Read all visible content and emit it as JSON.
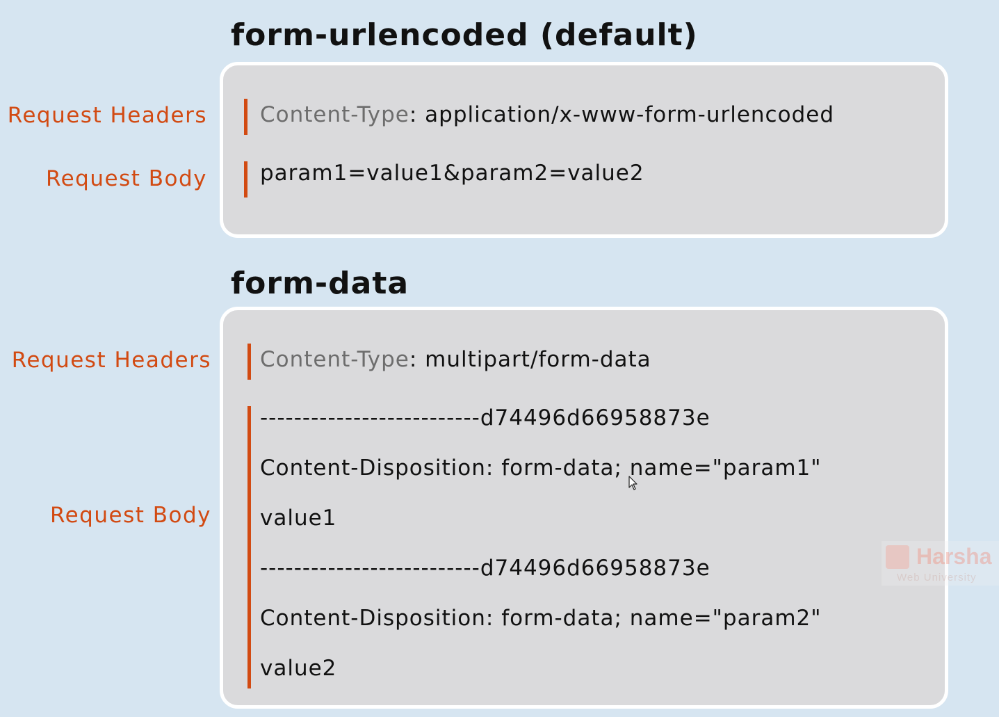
{
  "sections": [
    {
      "title": "form-urlencoded (default)",
      "labels": {
        "headers": "Request Headers",
        "body": "Request Body"
      },
      "header": {
        "key": "Content-Type",
        "value": ": application/x-www-form-urlencoded"
      },
      "body_lines": [
        "param1=value1&param2=value2"
      ]
    },
    {
      "title": "form-data",
      "labels": {
        "headers": "Request Headers",
        "body": "Request Body"
      },
      "header": {
        "key": "Content-Type",
        "value": ": multipart/form-data"
      },
      "body_lines": [
        "--------------------------d74496d66958873e",
        "Content-Disposition: form-data; name=\"param1\"",
        "value1",
        "--------------------------d74496d66958873e",
        "Content-Disposition: form-data; name=\"param2\"",
        "value2"
      ]
    }
  ],
  "watermark": {
    "name": "Harsha",
    "subtitle": "Web University"
  },
  "colors": {
    "background": "#d6e5f1",
    "card": "#dadadc",
    "accent": "#d24a12",
    "muted_key": "#6d6d6d"
  },
  "icons": {
    "cursor": "mouse-pointer-icon",
    "watermark_logo": "harsha-logo-icon"
  }
}
